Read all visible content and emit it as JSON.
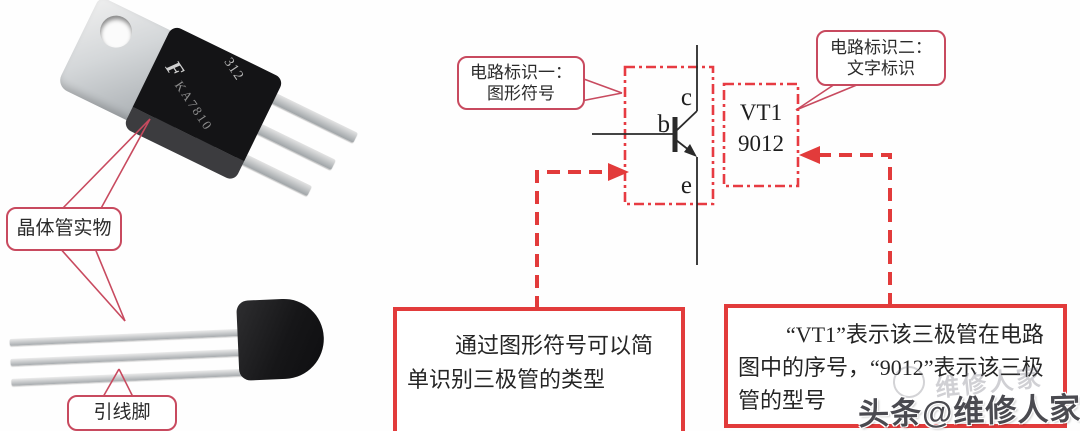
{
  "colors": {
    "box_red": "#e23b3b",
    "callout_red": "#c84a5f",
    "dashdot_red": "#e73b42",
    "ink": "#222222"
  },
  "photos": {
    "to220": {
      "logo": "F",
      "marking1": "312",
      "marking2": "KA7810"
    },
    "to92": {}
  },
  "callouts": {
    "physical": {
      "label": "晶体管实物"
    },
    "pins": {
      "label": "引线脚"
    },
    "mark1": {
      "line1": "电路标识一：",
      "line2": "图形符号"
    },
    "mark2": {
      "line1": "电路标识二：",
      "line2": "文字标识"
    }
  },
  "schematic": {
    "collector": "c",
    "base": "b",
    "emitter": "e",
    "designator": "VT1",
    "model": "9012"
  },
  "notes": {
    "left": {
      "line1": "通过图形符号可以简",
      "line2": "单识别三极管的类型"
    },
    "right": {
      "line1": "“VT1”表示该三极管在电路",
      "line2": "图中的序号，“9012”表示该三极",
      "line3": "管的型号"
    }
  },
  "watermark": {
    "main": "头条@维修人家",
    "ghost": "维修人家"
  }
}
